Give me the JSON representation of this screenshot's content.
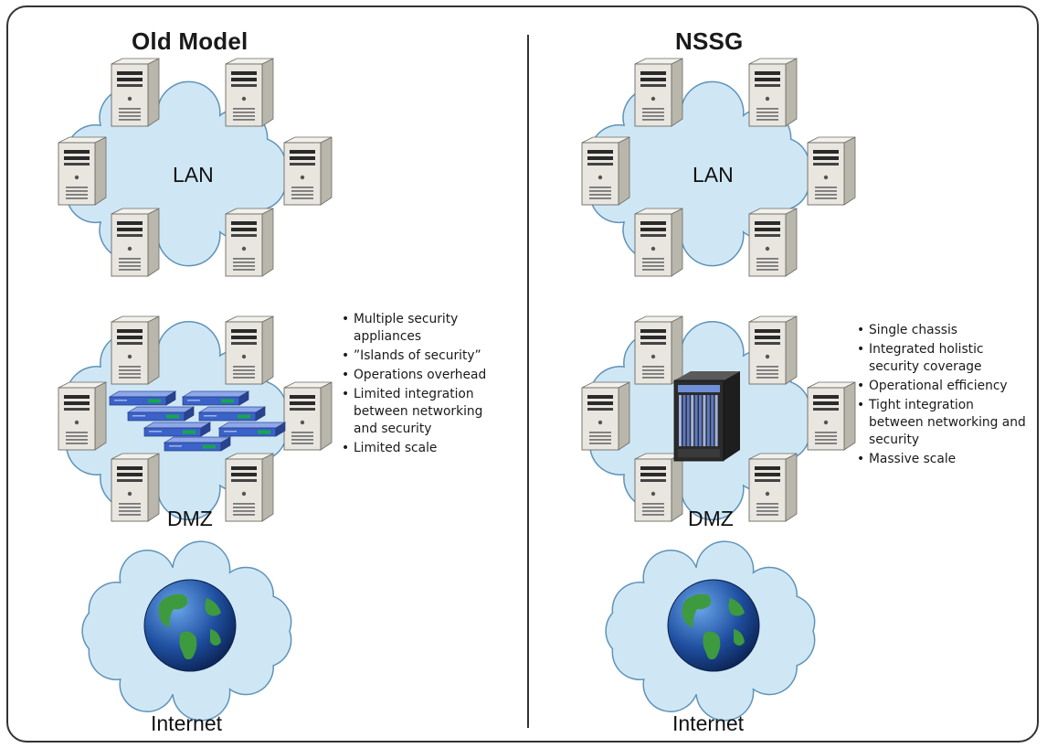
{
  "panels": [
    {
      "title": "Old Model",
      "lan_label": "LAN",
      "dmz_label": "DMZ",
      "internet_label": "Internet",
      "bullets": [
        "Multiple security appliances",
        "”Islands of security”",
        "Operations overhead",
        "Limited integration between networking and security",
        "Limited scale"
      ]
    },
    {
      "title": "NSSG",
      "lan_label": "LAN",
      "dmz_label": "DMZ",
      "internet_label": "Internet",
      "bullets": [
        "Single chassis",
        "Integrated holistic security coverage",
        "Operational efficiency",
        "Tight integration between networking and security",
        "Massive scale"
      ]
    }
  ],
  "bullet_glyph": "•",
  "colors": {
    "cloud_fill": "#cfe7f5",
    "cloud_stroke": "#5f93b8",
    "server_body": "#e8e6df",
    "appliance_blue": "#3b62c8",
    "chassis": "#2b2b2b",
    "globe_ocean": "#1f4fa0",
    "globe_land": "#3e9a3e"
  },
  "icons": [
    "server-icon",
    "security-appliance-icon",
    "chassis-icon",
    "globe-icon",
    "cloud-icon"
  ]
}
